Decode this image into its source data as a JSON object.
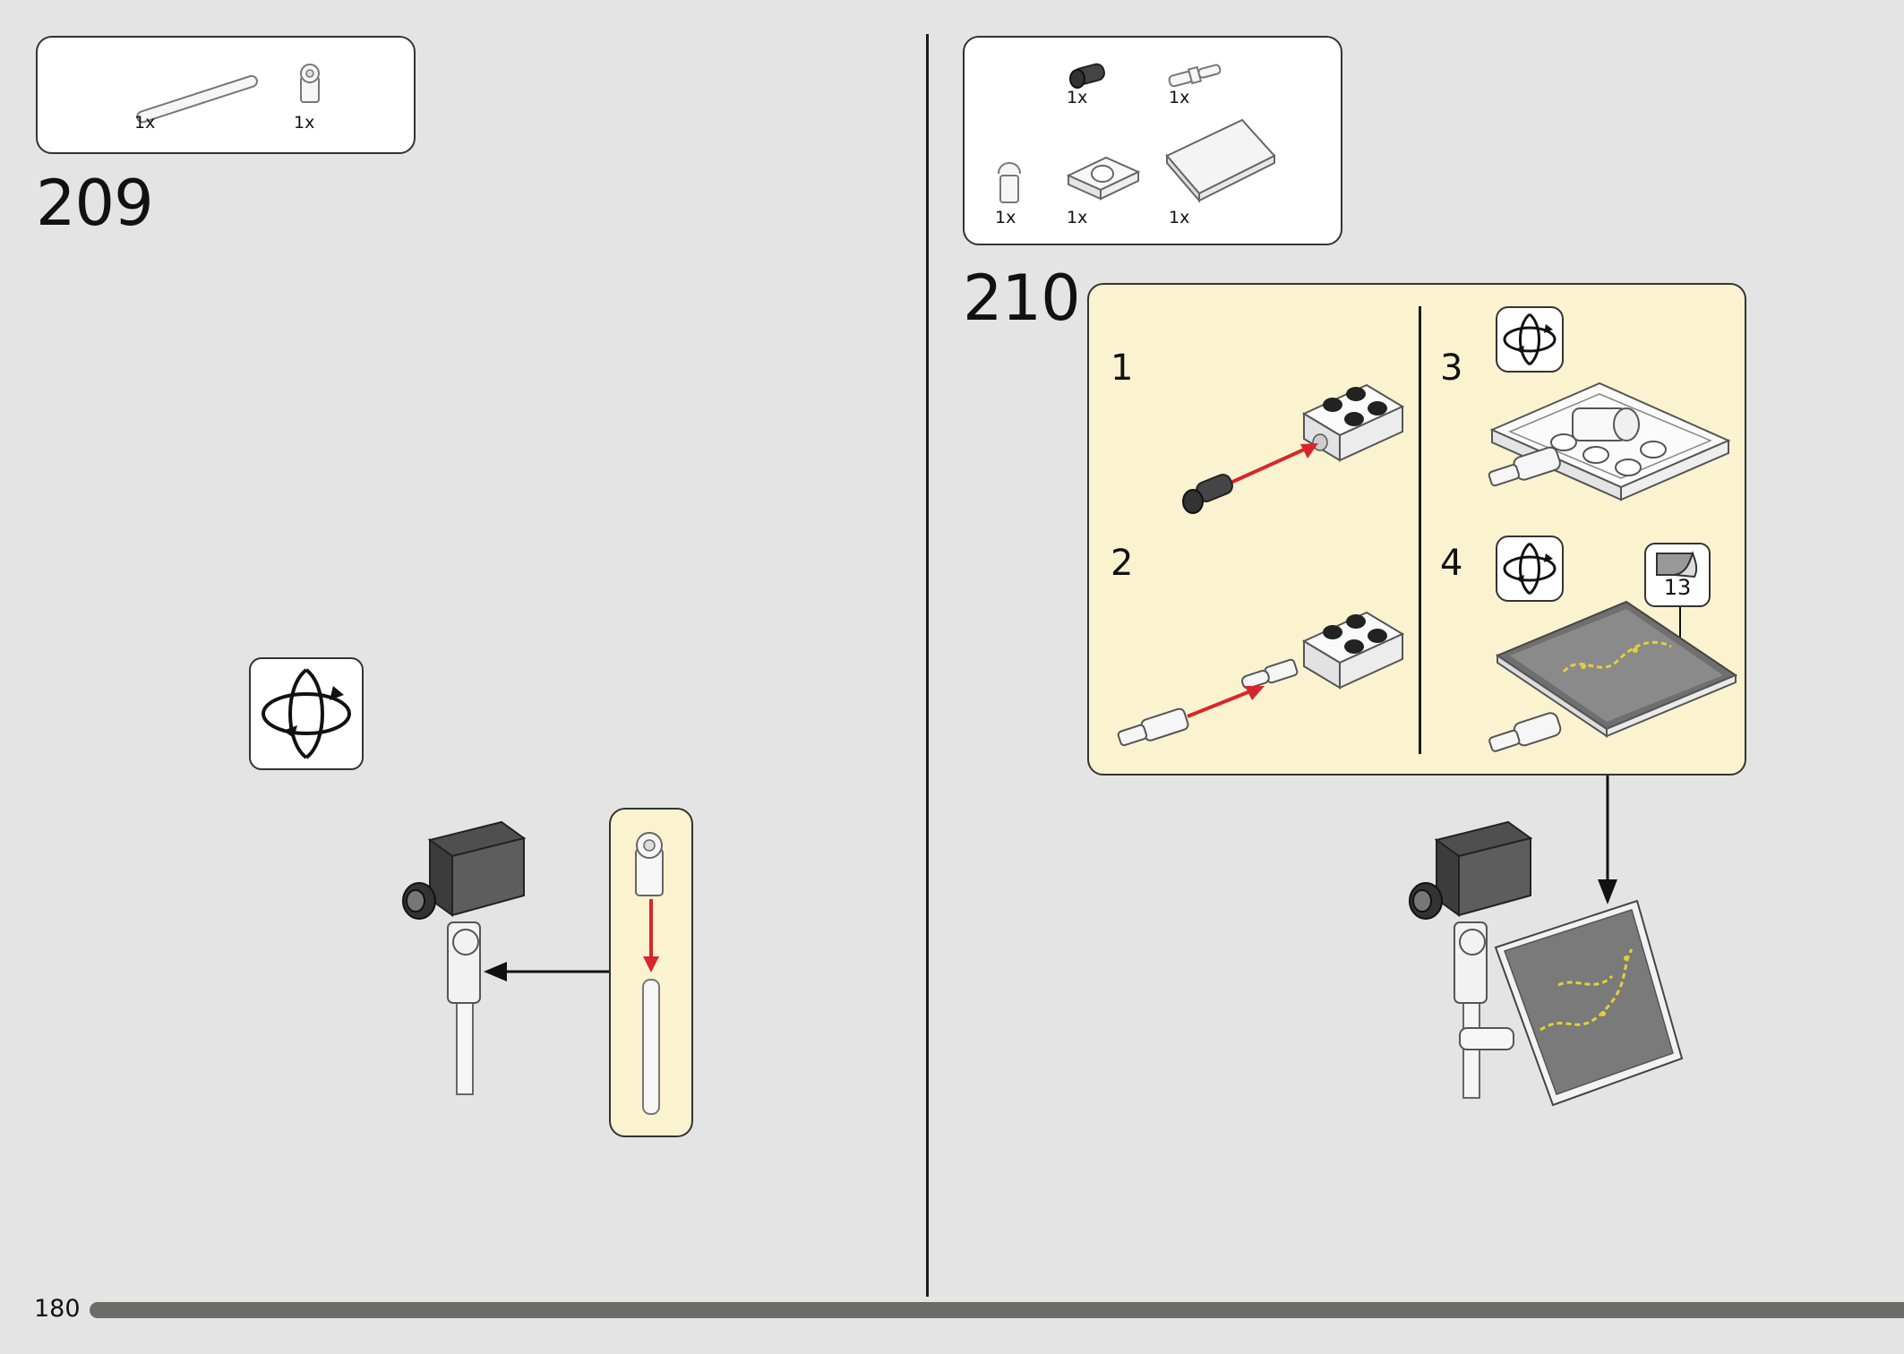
{
  "page": {
    "number": "180"
  },
  "step_209": {
    "number": "209",
    "parts": [
      {
        "name": "technic-axle",
        "qty": "1x"
      },
      {
        "name": "bar-holder-clip",
        "qty": "1x"
      }
    ]
  },
  "step_210": {
    "number": "210",
    "parts": [
      {
        "name": "axle-pin-dark-grey",
        "qty": "1x"
      },
      {
        "name": "bar-with-pin",
        "qty": "1x"
      },
      {
        "name": "clip-with-bar",
        "qty": "1x"
      },
      {
        "name": "plate-2x2-with-pin-hole",
        "qty": "1x"
      },
      {
        "name": "tile-6x6",
        "qty": "1x"
      }
    ],
    "substeps": [
      {
        "label": "1"
      },
      {
        "label": "2"
      },
      {
        "label": "3"
      },
      {
        "label": "4"
      }
    ],
    "sticker": {
      "number": "13"
    }
  },
  "colors": {
    "background": "#e4e4e4",
    "callout": "#fbf2cf",
    "arrow_red": "#d7262b",
    "progress": "#6b6b67"
  }
}
